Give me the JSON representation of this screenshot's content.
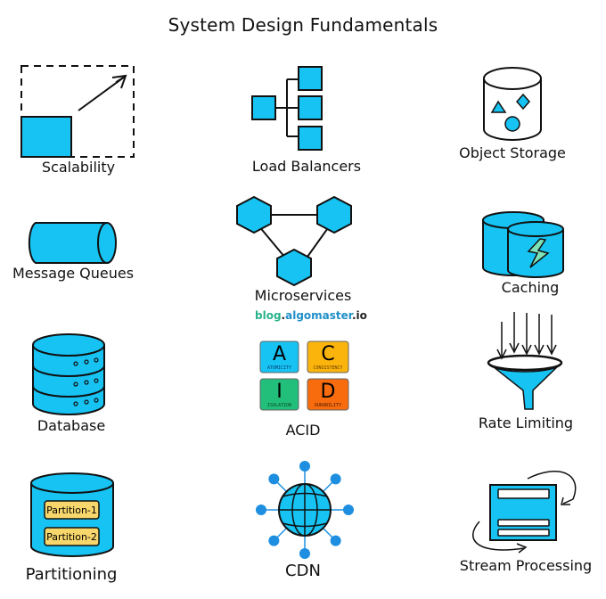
{
  "title": "System Design Fundamentals",
  "colors": {
    "primary_blue": "#16c3f3",
    "stroke": "#111111",
    "acid_atomicity": "#16c3f3",
    "acid_consistency": "#fbb40c",
    "acid_isolation": "#21bf7a",
    "acid_durability": "#f86c0e",
    "partition_yellow": "#f7d66b",
    "cdn_node": "#1e8fe0",
    "bolt_green": "#7ee2b8"
  },
  "concepts": [
    {
      "id": "scalability",
      "label": "Scalability",
      "icon": "scale-up-arrow-icon"
    },
    {
      "id": "load-balancers",
      "label": "Load Balancers",
      "icon": "load-balancer-tree-icon"
    },
    {
      "id": "object-storage",
      "label": "Object Storage",
      "icon": "bucket-shapes-icon"
    },
    {
      "id": "message-queues",
      "label": "Message Queues",
      "icon": "queue-pipe-icon"
    },
    {
      "id": "microservices",
      "label": "Microservices",
      "icon": "hexagon-network-icon"
    },
    {
      "id": "caching",
      "label": "Caching",
      "icon": "cache-cylinders-bolt-icon"
    },
    {
      "id": "database",
      "label": "Database",
      "icon": "database-stack-icon"
    },
    {
      "id": "acid",
      "label": "ACID",
      "icon": "acid-grid-icon"
    },
    {
      "id": "rate-limiting",
      "label": "Rate Limiting",
      "icon": "funnel-arrows-icon"
    },
    {
      "id": "partitioning",
      "label": "Partitioning",
      "icon": "partitioned-cylinder-icon"
    },
    {
      "id": "cdn",
      "label": "CDN",
      "icon": "globe-network-icon"
    },
    {
      "id": "stream-processing",
      "label": "Stream Processing",
      "icon": "stream-cycle-icon"
    }
  ],
  "brand": {
    "part1": "blog",
    "dot1": ".",
    "part2": "algomaster",
    "dot2": ".",
    "part3": "io"
  },
  "acid": {
    "cells": [
      {
        "letter": "A",
        "word": "ATOMICITY"
      },
      {
        "letter": "C",
        "word": "CONSISTENCY"
      },
      {
        "letter": "I",
        "word": "ISOLATION"
      },
      {
        "letter": "D",
        "word": "DURABILITY"
      }
    ]
  },
  "partitions": [
    "Partition-1",
    "Partition-2"
  ]
}
